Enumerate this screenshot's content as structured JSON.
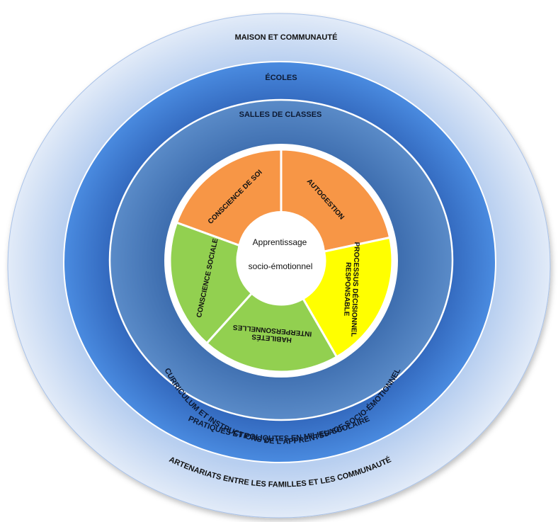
{
  "rings": {
    "outer": "MAISON ET COMMUNAUTÉ",
    "schools": "ÉCOLES",
    "classrooms": "SALLES DE CLASSES"
  },
  "arc_labels": {
    "curriculum": "CURRICULUM ET INSTRUCTIONS DE L’APPRENTSSAGE SOCIO-ÉMOTIONNEL",
    "practices": "PRATIQUES ET POLIQUTES EN MILIEU SCOLAIRE",
    "partnerships": "PARTENARIATS ENTRE LES FAMILLES ET LES COMMUNAUTÉS"
  },
  "segments": [
    {
      "key": "self_awareness",
      "lines": [
        "CONSCIENCE DE SOI"
      ],
      "color": "#f79646"
    },
    {
      "key": "self_management",
      "lines": [
        "AUTOGESTION"
      ],
      "color": "#f79646"
    },
    {
      "key": "decision_making",
      "lines": [
        "PROCESSUS DÉCISIONNEL",
        "RESPONSABLE"
      ],
      "color": "#ffff00"
    },
    {
      "key": "relationship_skills",
      "lines": [
        "HABILETÉS",
        "INTERPERSONNELLES"
      ],
      "color": "#92d050"
    },
    {
      "key": "social_awareness",
      "lines": [
        "CONSCIENCE SOCIALE"
      ],
      "color": "#92d050"
    }
  ],
  "center": {
    "line1": "Apprentissage",
    "line2": "socio-émotionnel"
  },
  "colors": {
    "outer_ring": "#c6d9f1",
    "schools_ring": "#3c78d8",
    "classrooms_ring": "#4f81bd",
    "inner_white": "#ffffff"
  }
}
